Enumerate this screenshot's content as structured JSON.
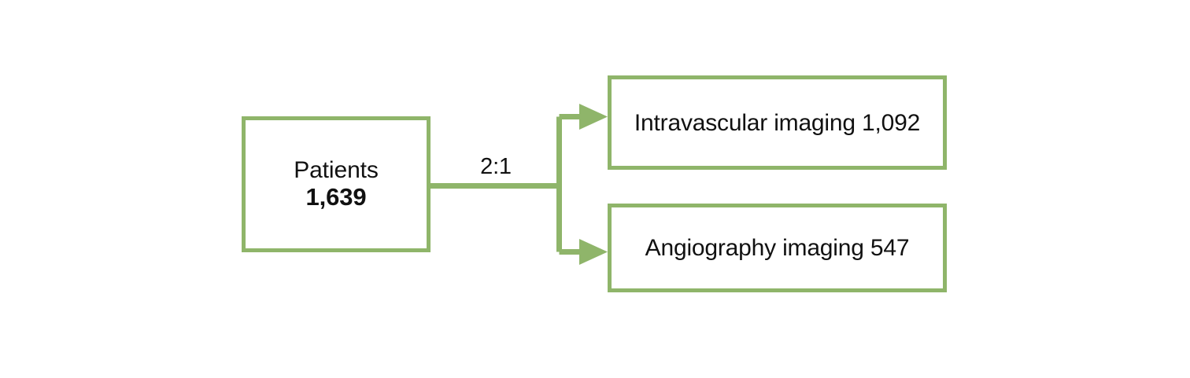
{
  "diagram": {
    "type": "randomization-flow",
    "background_color": "#ffffff",
    "accent_color": "#8fb56a",
    "text_color": "#111111"
  },
  "source_node": {
    "name": "patients-node",
    "title": "Patients",
    "value": "1,639"
  },
  "connector": {
    "ratio_label": "2:1",
    "arrow_icon": "arrow-right-icon",
    "branch_count": 2
  },
  "branches": [
    {
      "name": "intravascular-node",
      "label": "Intravascular imaging 1,092",
      "arm": "Intravascular imaging",
      "count": "1,092"
    },
    {
      "name": "angiography-node",
      "label": "Angiography imaging 547",
      "arm": "Angiography imaging",
      "count": "547"
    }
  ]
}
